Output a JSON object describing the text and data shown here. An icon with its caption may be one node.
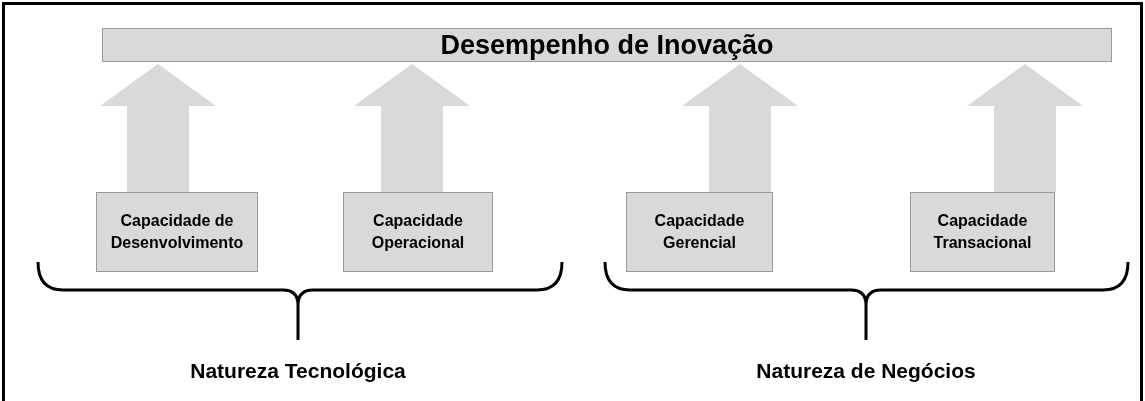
{
  "diagram": {
    "nodes": [
      {
        "text": [
          "Desempenho de Inovação"
        ]
      },
      {
        "text": [
          "Capacidade de Desenvolvimento"
        ]
      },
      {
        "text": [
          "Capacidade Operacional"
        ]
      },
      {
        "text": [
          "Capacidade Gerencial"
        ]
      },
      {
        "text": [
          "Capacidade Transacional"
        ]
      }
    ],
    "edges": [
      {
        "from": 1,
        "to": 0,
        "arrow": "to",
        "style": "thick"
      },
      {
        "from": 2,
        "to": 0,
        "arrow": "to",
        "style": "thick"
      },
      {
        "from": 3,
        "to": 0,
        "arrow": "to",
        "style": "thick"
      },
      {
        "from": 4,
        "to": 0,
        "arrow": "to",
        "style": "thick"
      }
    ],
    "labels": [
      "Natureza Tecnológica",
      "Natureza de Negócios"
    ]
  }
}
